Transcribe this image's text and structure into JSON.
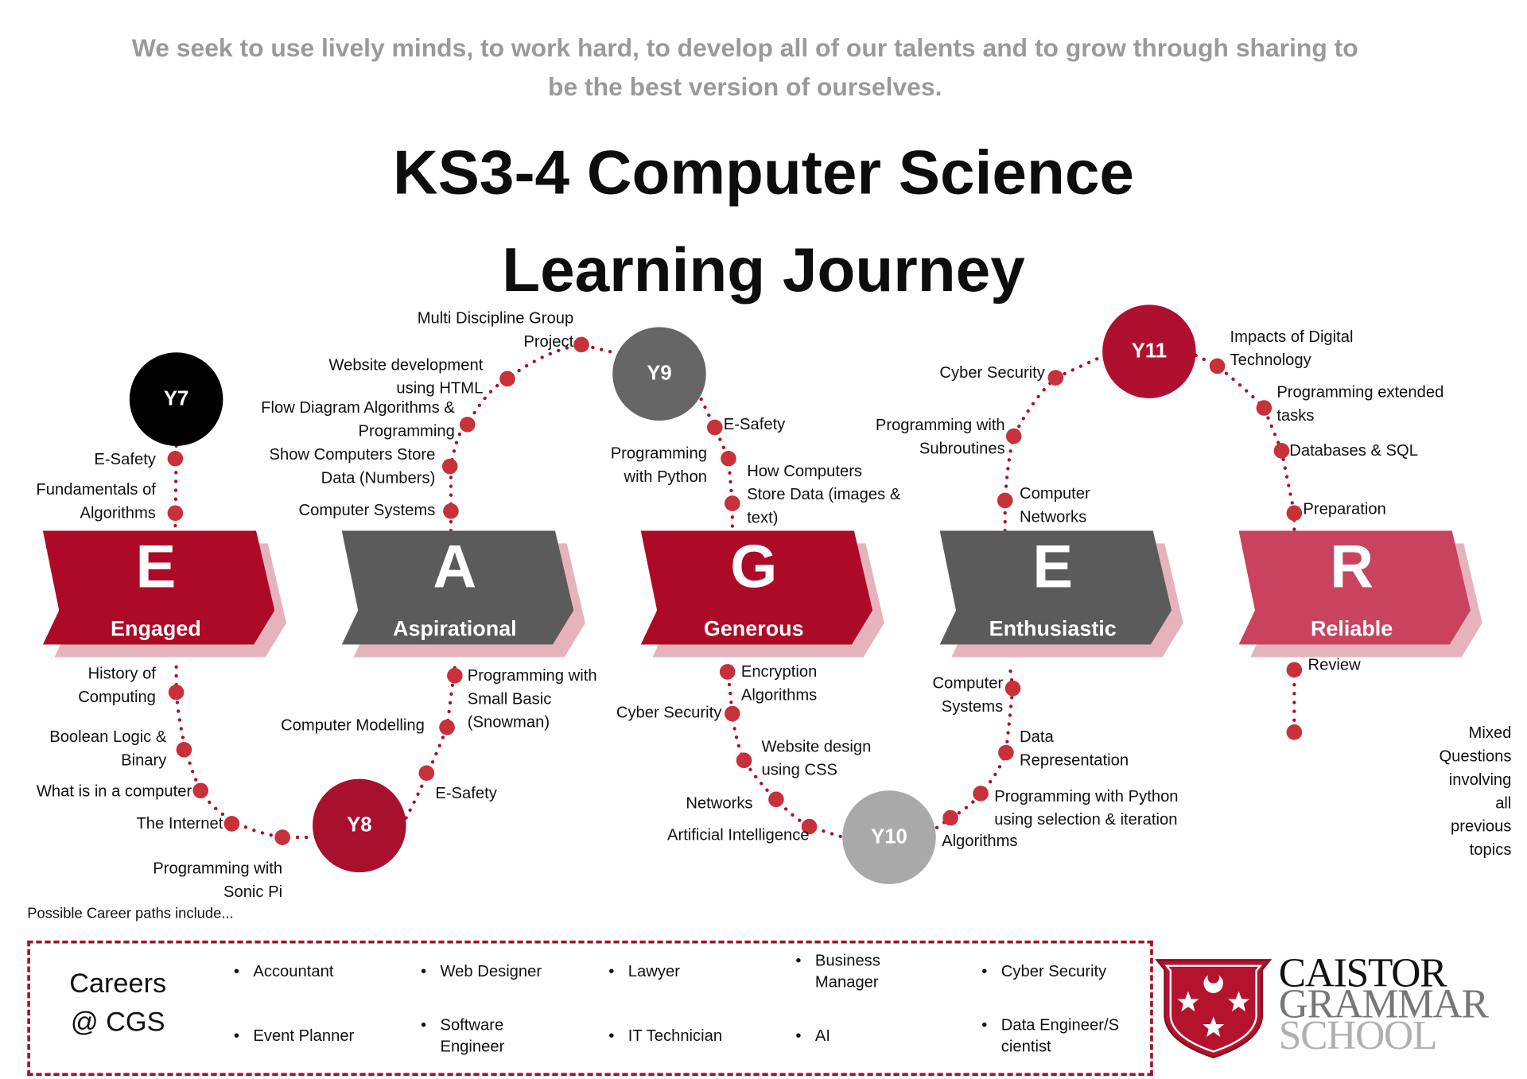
{
  "motto": [
    "We seek to use lively minds, to work hard, to develop all of our talents and to grow through sharing to",
    "be the best version of ourselves."
  ],
  "title": [
    "KS3-4 Computer Science",
    "Learning Journey"
  ],
  "banners": [
    {
      "letter": "E",
      "word": "Engaged",
      "color": "#ad0a28"
    },
    {
      "letter": "A",
      "word": "Aspirational",
      "color": "#5c5b5c"
    },
    {
      "letter": "G",
      "word": "Generous",
      "color": "#ad0a28"
    },
    {
      "letter": "E",
      "word": "Enthusiastic",
      "color": "#5c5b5c"
    },
    {
      "letter": "R",
      "word": "Reliable",
      "color": "#c9435f"
    }
  ],
  "years": {
    "y7": "Y7",
    "y8": "Y8",
    "y9": "Y9",
    "y10": "Y10",
    "y11": "Y11"
  },
  "topics": {
    "y7": [
      "E-Safety",
      "Fundamentals of\nAlgorithms"
    ],
    "y8": [
      "History of\nComputing",
      "Boolean Logic &\nBinary",
      "What is in a computer",
      "The Internet",
      "Programming with\nSonic Pi",
      "Computer Modelling",
      "Programming with\nSmall Basic\n(Snowman)",
      "E-Safety"
    ],
    "y9": [
      "Computer Systems",
      "Show Computers Store\nData (Numbers)",
      "Flow Diagram Algorithms &\nProgramming",
      "Website development\nusing HTML",
      "Multi Discipline Group\nProject",
      "E-Safety",
      "Programming\nwith Python",
      "How Computers\nStore Data (images &\ntext)"
    ],
    "y10": [
      "Encryption\nAlgorithms",
      "Cyber Security",
      "Website design\nusing CSS",
      "Networks",
      "Artificial Intelligence",
      "Computer\nSystems",
      "Data\nRepresentation",
      "Programming with Python\nusing selection & iteration",
      "Algorithms"
    ],
    "y11": [
      "Computer\nNetworks",
      "Programming with\nSubroutines",
      "Cyber Security",
      "Impacts of Digital\nTechnology",
      "Programming extended\ntasks",
      "Databases & SQL",
      "Preparation",
      "Review",
      "Mixed Questions involving\nall previous topics"
    ]
  },
  "careers_intro": "Possible Career paths include...",
  "careers_title": "Careers\n@ CGS",
  "careers": [
    [
      "Accountant",
      "Event Planner"
    ],
    [
      "Web Designer",
      "Software Engineer"
    ],
    [
      "Lawyer",
      "IT Technician"
    ],
    [
      "Business Manager",
      "AI"
    ],
    [
      "Cyber Security",
      "Data Engineer/Scientist"
    ]
  ],
  "logo": {
    "line1": "CAISTOR",
    "line2": "GRAMMAR",
    "line3": "SCHOOL"
  }
}
